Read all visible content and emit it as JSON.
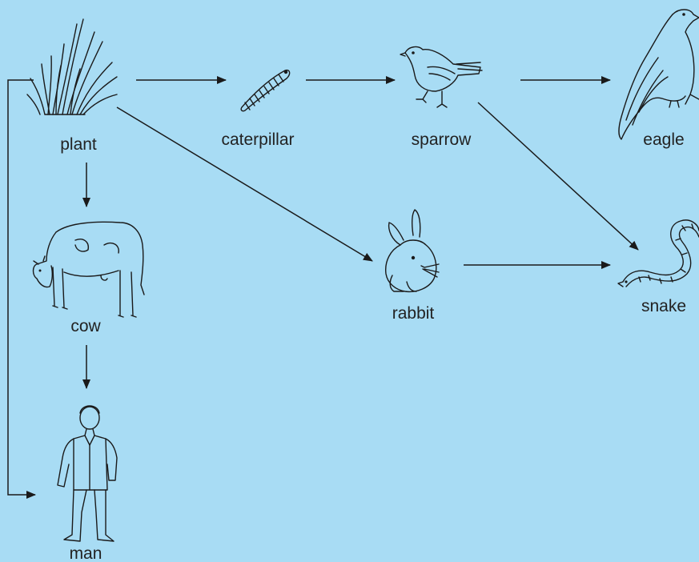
{
  "background_color": "#a8dcf4",
  "nodes": {
    "plant": {
      "label": "plant",
      "icon": "grass-icon"
    },
    "caterpillar": {
      "label": "caterpillar",
      "icon": "caterpillar-icon"
    },
    "sparrow": {
      "label": "sparrow",
      "icon": "sparrow-icon"
    },
    "eagle": {
      "label": "eagle",
      "icon": "eagle-icon"
    },
    "rabbit": {
      "label": "rabbit",
      "icon": "rabbit-icon"
    },
    "snake": {
      "label": "snake",
      "icon": "snake-icon"
    },
    "cow": {
      "label": "cow",
      "icon": "cow-icon"
    },
    "man": {
      "label": "man",
      "icon": "man-icon"
    }
  },
  "edges": [
    {
      "from": "plant",
      "to": "caterpillar"
    },
    {
      "from": "caterpillar",
      "to": "sparrow"
    },
    {
      "from": "sparrow",
      "to": "eagle"
    },
    {
      "from": "plant",
      "to": "rabbit"
    },
    {
      "from": "sparrow",
      "to": "snake"
    },
    {
      "from": "rabbit",
      "to": "snake"
    },
    {
      "from": "plant",
      "to": "cow"
    },
    {
      "from": "cow",
      "to": "man"
    },
    {
      "from": "plant",
      "to": "man"
    }
  ]
}
